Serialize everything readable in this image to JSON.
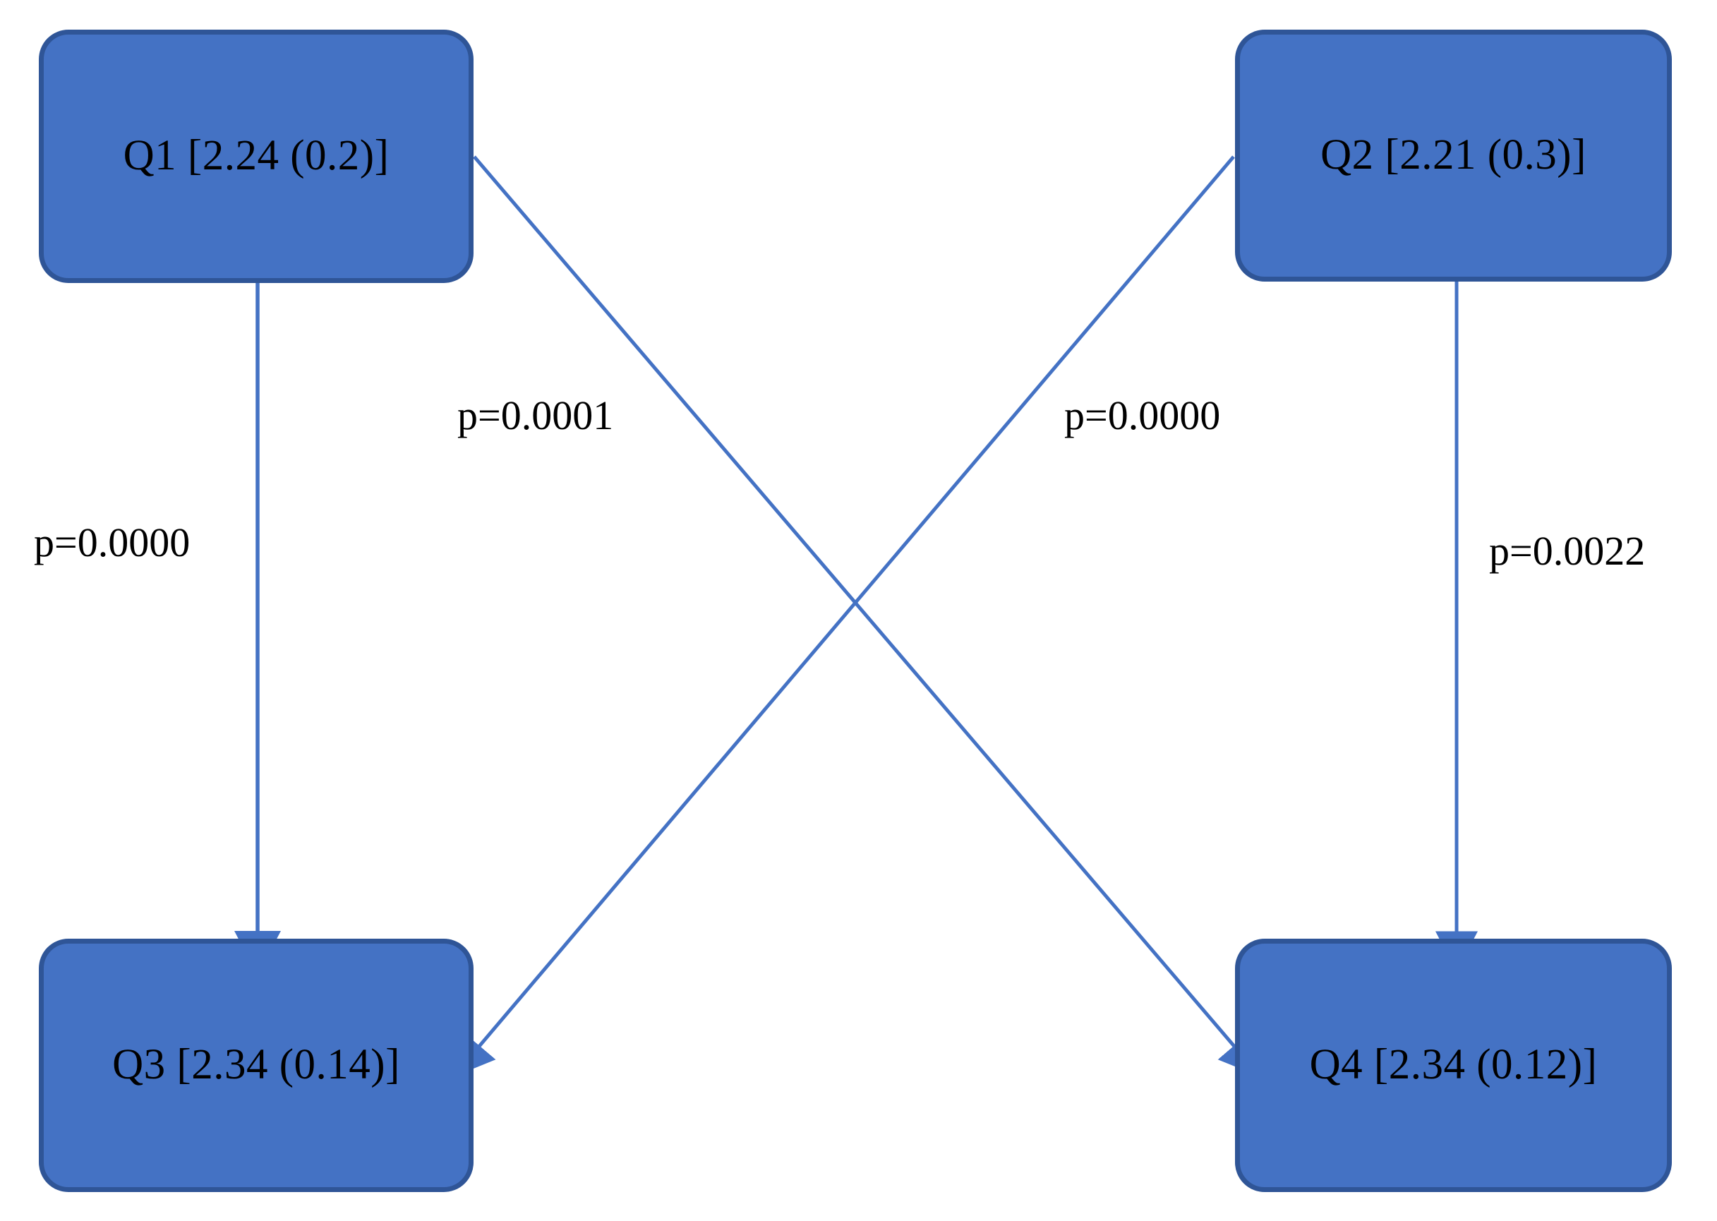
{
  "diagram": {
    "type": "path-diagram",
    "title": "",
    "background_color": "#FFFFFF",
    "node_fill_color": "#4472C4",
    "node_border_color": "#2F5597",
    "edge_color": "#4472C4",
    "label_color": "#000000",
    "nodes": [
      {
        "id": "Q1",
        "label": "Q1 [2.24 (0.2)]",
        "name": "Q1",
        "mean": 2.24,
        "sd": 0.2,
        "position": "top-left"
      },
      {
        "id": "Q2",
        "label": "Q2 [2.21 (0.3)]",
        "name": "Q2",
        "mean": 2.21,
        "sd": 0.3,
        "position": "top-right"
      },
      {
        "id": "Q3",
        "label": "Q3 [2.34 (0.14)]",
        "name": "Q3",
        "mean": 2.34,
        "sd": 0.14,
        "position": "bottom-left"
      },
      {
        "id": "Q4",
        "label": "Q4 [2.34 (0.12)]",
        "name": "Q4",
        "mean": 2.34,
        "sd": 0.12,
        "position": "bottom-right"
      }
    ],
    "edges": [
      {
        "id": "q1-q3",
        "from": "Q1",
        "to": "Q3",
        "label": "p=0.0000",
        "p_value": 0.0,
        "shape": "vertical",
        "arrowhead": "filled-triangle"
      },
      {
        "id": "q1-q4",
        "from": "Q1",
        "to": "Q4",
        "label": "p=0.0001",
        "p_value": 0.0001,
        "shape": "diagonal",
        "arrowhead": "filled-triangle"
      },
      {
        "id": "q2-q3",
        "from": "Q2",
        "to": "Q3",
        "label": "p=0.0000",
        "p_value": 0.0,
        "shape": "diagonal",
        "arrowhead": "filled-triangle"
      },
      {
        "id": "q2-q4",
        "from": "Q2",
        "to": "Q4",
        "label": "p=0.0022",
        "p_value": 0.0022,
        "shape": "vertical",
        "arrowhead": "filled-triangle"
      }
    ]
  }
}
